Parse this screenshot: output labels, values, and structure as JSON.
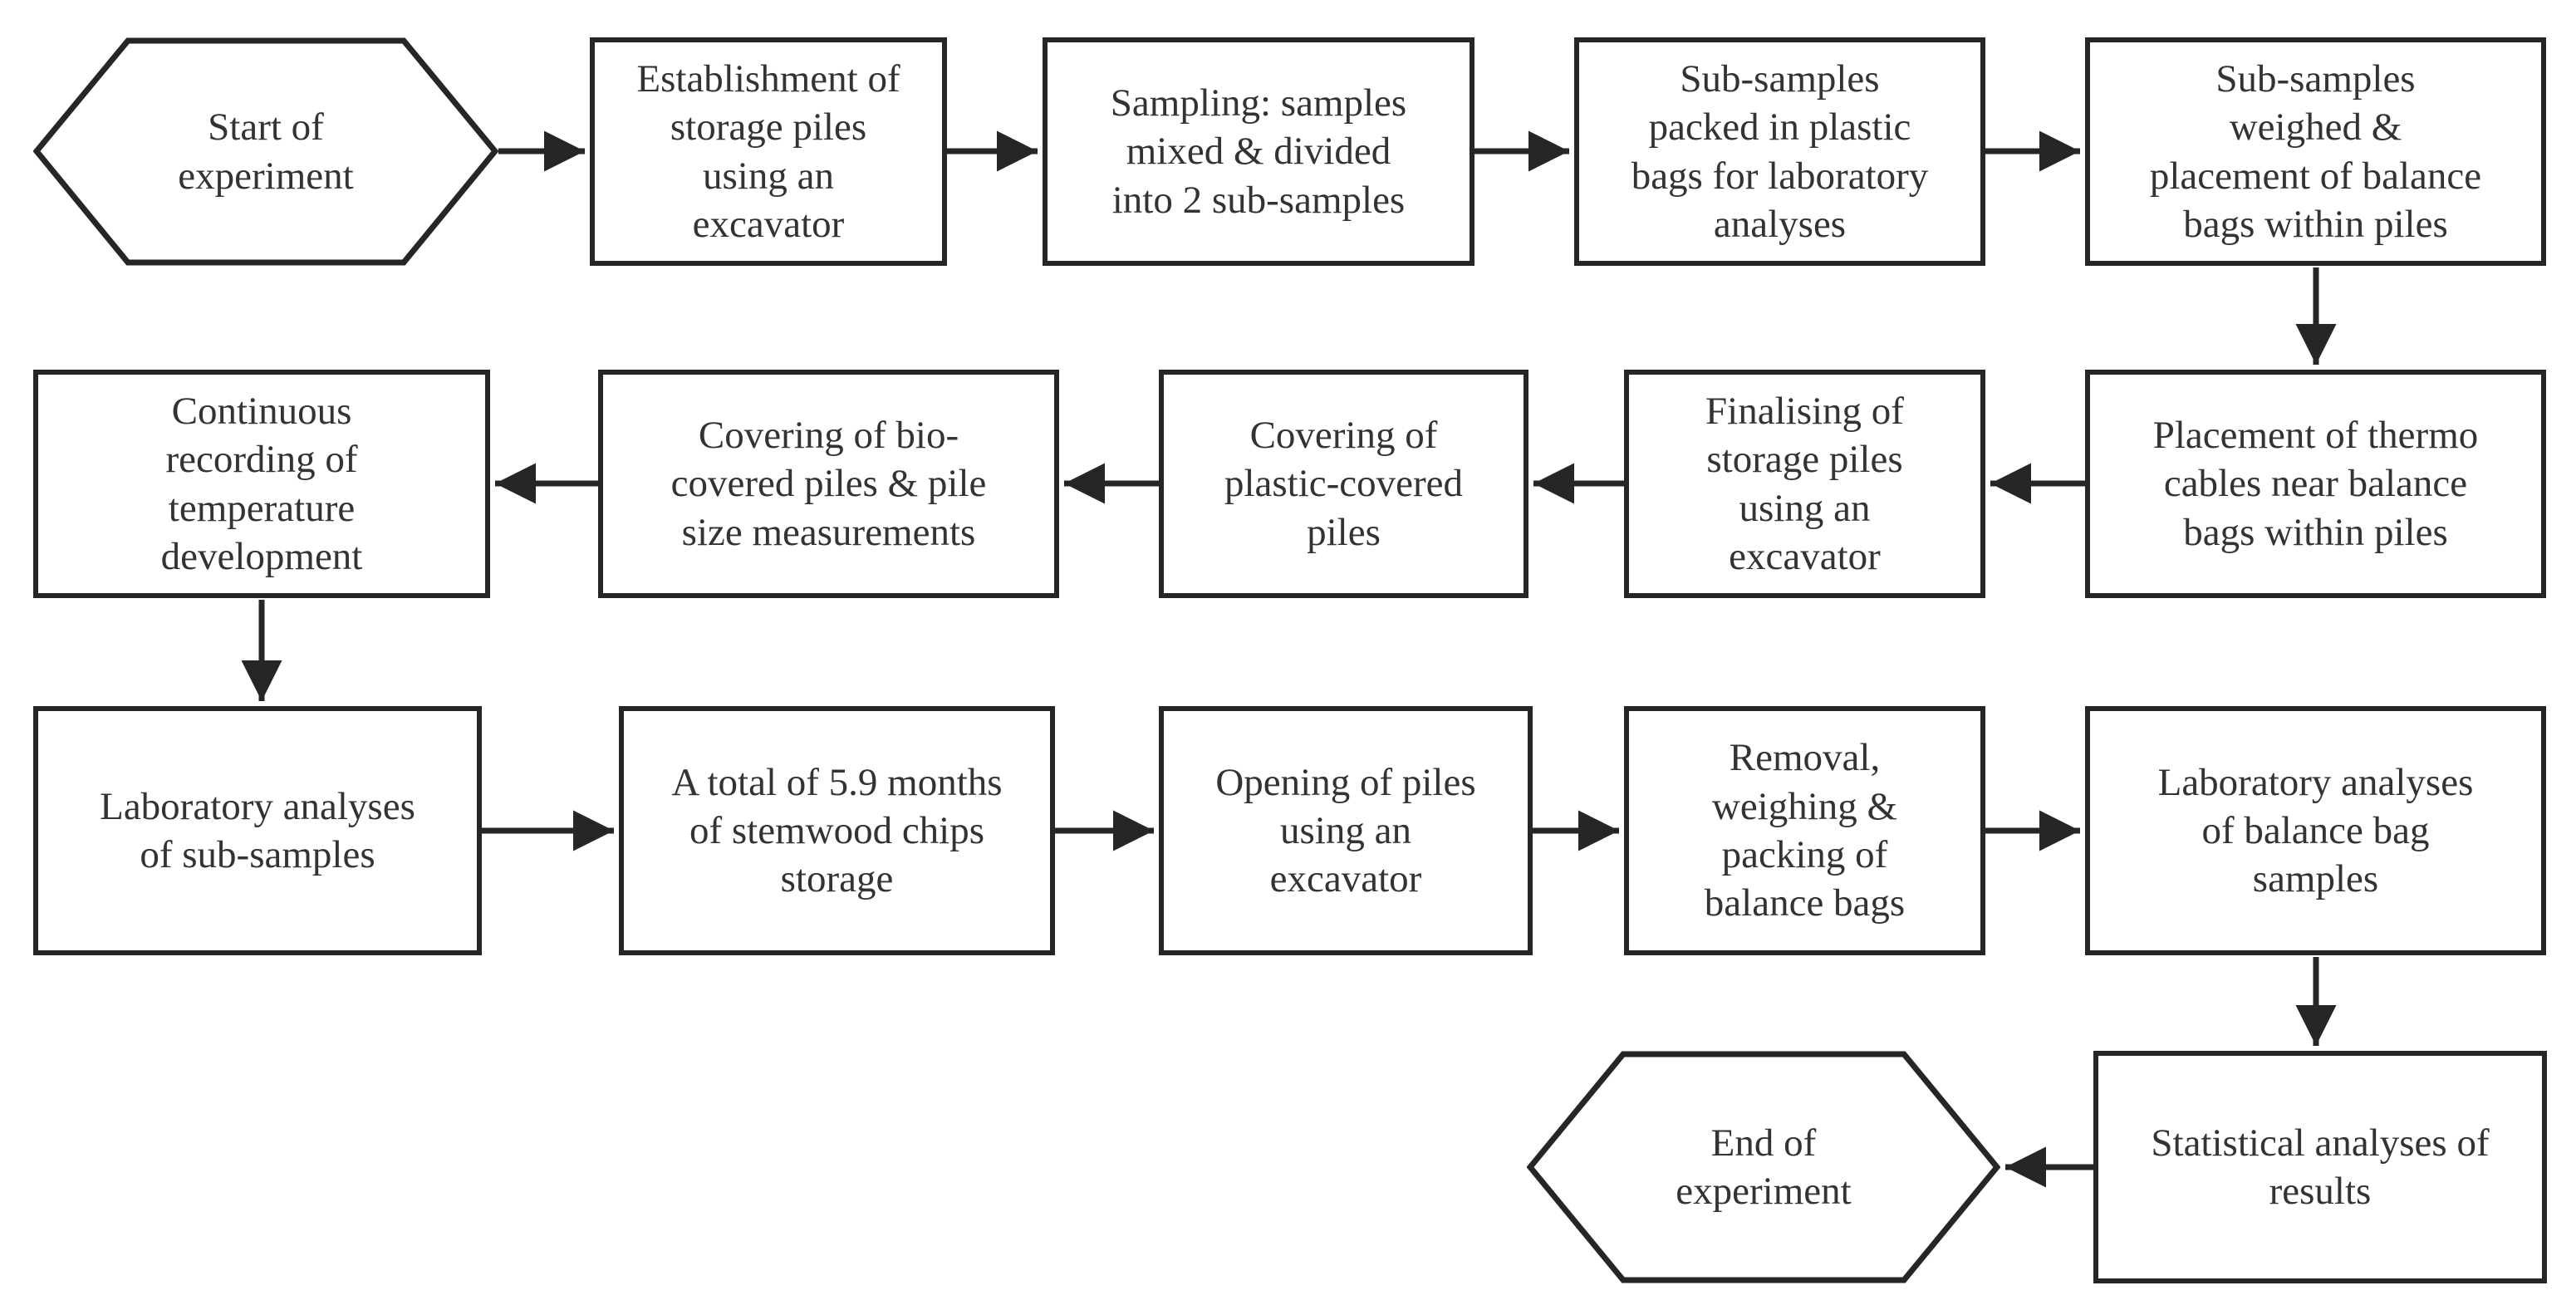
{
  "diagram_type": "flowchart",
  "colors": {
    "border": "#262626",
    "text": "#333333",
    "arrow": "#262626",
    "background": "#ffffff"
  },
  "nodes": [
    {
      "id": "start",
      "type": "terminator",
      "label": "Start of\nexperiment"
    },
    {
      "id": "establishment",
      "type": "process",
      "label": "Establishment of\nstorage piles\nusing an\nexcavator"
    },
    {
      "id": "sampling",
      "type": "process",
      "label": "Sampling: samples\nmixed & divided\ninto 2 sub-samples"
    },
    {
      "id": "packed",
      "type": "process",
      "label": "Sub-samples\npacked in plastic\nbags for laboratory\nanalyses"
    },
    {
      "id": "weighed",
      "type": "process",
      "label": "Sub-samples\nweighed &\nplacement of balance\nbags within piles"
    },
    {
      "id": "thermo",
      "type": "process",
      "label": "Placement of thermo\ncables near balance\nbags within piles"
    },
    {
      "id": "finalising",
      "type": "process",
      "label": "Finalising of\nstorage piles\nusing an\nexcavator"
    },
    {
      "id": "plastic",
      "type": "process",
      "label": "Covering of\nplastic-covered\npiles"
    },
    {
      "id": "bio",
      "type": "process",
      "label": "Covering of bio-\ncovered piles & pile\nsize measurements"
    },
    {
      "id": "continuous",
      "type": "process",
      "label": "Continuous\nrecording of\ntemperature\ndevelopment"
    },
    {
      "id": "lab-sub",
      "type": "process",
      "label": "Laboratory analyses\nof sub-samples"
    },
    {
      "id": "months",
      "type": "process",
      "label": "A total of 5.9 months\nof stemwood chips\nstorage"
    },
    {
      "id": "opening",
      "type": "process",
      "label": "Opening of piles\nusing an\nexcavator"
    },
    {
      "id": "removal",
      "type": "process",
      "label": "Removal,\nweighing &\npacking of\nbalance bags"
    },
    {
      "id": "lab-balance",
      "type": "process",
      "label": "Laboratory analyses\nof balance bag\nsamples"
    },
    {
      "id": "statistical",
      "type": "process",
      "label": "Statistical analyses of\nresults"
    },
    {
      "id": "end",
      "type": "terminator",
      "label": "End of\nexperiment"
    }
  ],
  "edges": [
    {
      "from": "start",
      "to": "establishment",
      "direction": "right"
    },
    {
      "from": "establishment",
      "to": "sampling",
      "direction": "right"
    },
    {
      "from": "sampling",
      "to": "packed",
      "direction": "right"
    },
    {
      "from": "packed",
      "to": "weighed",
      "direction": "right"
    },
    {
      "from": "weighed",
      "to": "thermo",
      "direction": "down"
    },
    {
      "from": "thermo",
      "to": "finalising",
      "direction": "left"
    },
    {
      "from": "finalising",
      "to": "plastic",
      "direction": "left"
    },
    {
      "from": "plastic",
      "to": "bio",
      "direction": "left"
    },
    {
      "from": "bio",
      "to": "continuous",
      "direction": "left"
    },
    {
      "from": "continuous",
      "to": "lab-sub",
      "direction": "down"
    },
    {
      "from": "lab-sub",
      "to": "months",
      "direction": "right"
    },
    {
      "from": "months",
      "to": "opening",
      "direction": "right"
    },
    {
      "from": "opening",
      "to": "removal",
      "direction": "right"
    },
    {
      "from": "removal",
      "to": "lab-balance",
      "direction": "right"
    },
    {
      "from": "lab-balance",
      "to": "statistical",
      "direction": "down"
    },
    {
      "from": "statistical",
      "to": "end",
      "direction": "left"
    }
  ]
}
